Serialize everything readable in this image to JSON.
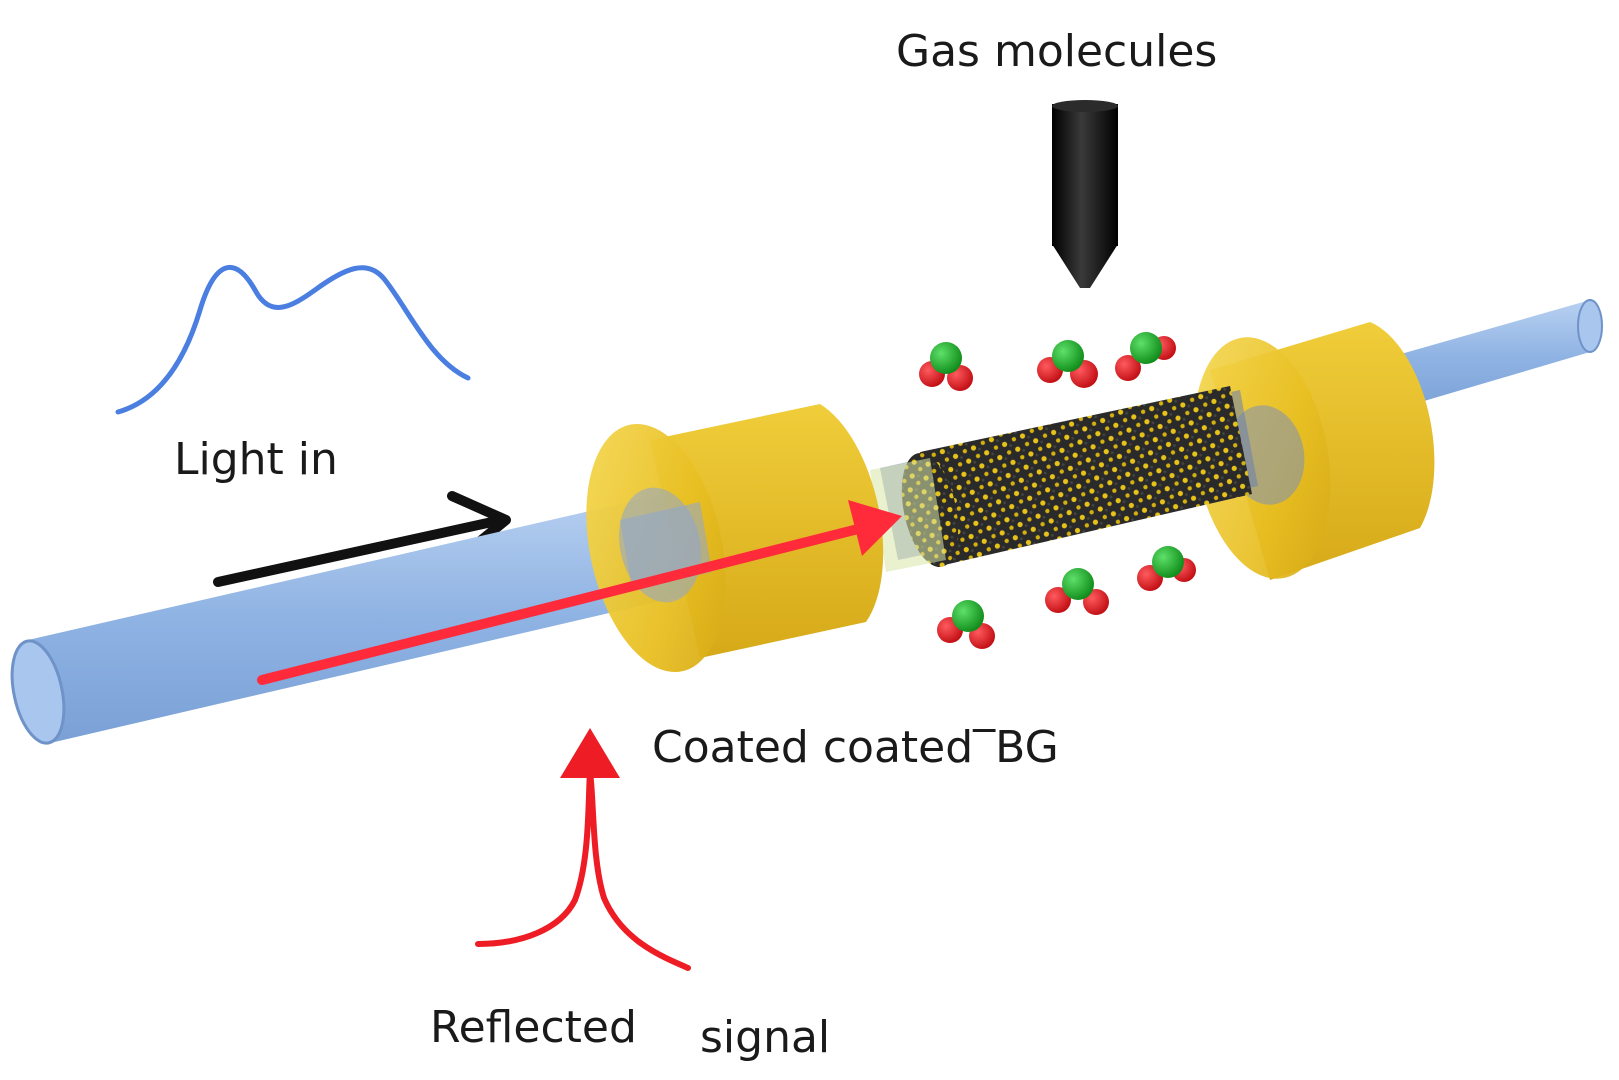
{
  "labels": {
    "gas_molecules": "Gas molecules",
    "light_in": "Light in",
    "coated_fbg": "Coated coated‾BG",
    "reflected_word": "Reflected",
    "signal_word": "signal"
  },
  "colors": {
    "fiber": "#8fb3e3",
    "fiber_edge": "#6f93c8",
    "gold": "#e8bf22",
    "gold_dark": "#c99a10",
    "light_arrow": "#ff2a3a",
    "reflected_signal": "#ee1c25",
    "spectrum_in": "#4a7ee0",
    "nozzle": "#111111",
    "molecule_center": "#1fae2a",
    "molecule_atoms": "#e3181c"
  },
  "icons": {
    "nozzle": "gas-nozzle-icon",
    "molecule": "gas-molecule-icon",
    "arrow": "arrow-right-icon"
  }
}
